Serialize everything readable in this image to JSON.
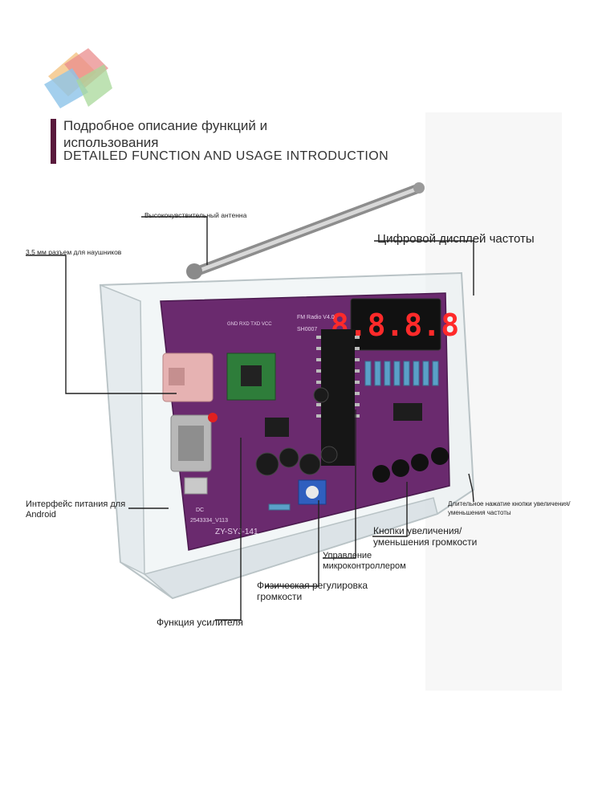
{
  "heading": {
    "title_ru": "Подробное описание функций и использования",
    "title_en": "DETAILED FUNCTION AND USAGE INTRODUCTION",
    "accent_color": "#5a1a3c"
  },
  "board": {
    "pcb_color": "#6a2a6e",
    "model_label": "FM Radio V4.0",
    "chip_label": "SH0007",
    "bottom_label": "ZY-SYJ-141",
    "part_label": "2543334_V113",
    "pins_label": "GND RXD TXD VCC",
    "dc_label": "DC",
    "display_digits": "8.8.8.8"
  },
  "callouts": {
    "antenna": "Высокочувствительный антенна",
    "headphone_jack": "3,5 мм разъем для наушников",
    "display": "Цифровой дисплей частоты",
    "power": "Интерфейс питания для Android",
    "long_press": "Длительное нажатие кнопки увеличения/уменьшения частоты",
    "volume_buttons": "Кнопки увеличения/ уменьшения громкости",
    "mcu": "Управление микроконтроллером",
    "volume_knob": "Физическая регулировка громкости",
    "amplifier": "Функция усилителя"
  }
}
